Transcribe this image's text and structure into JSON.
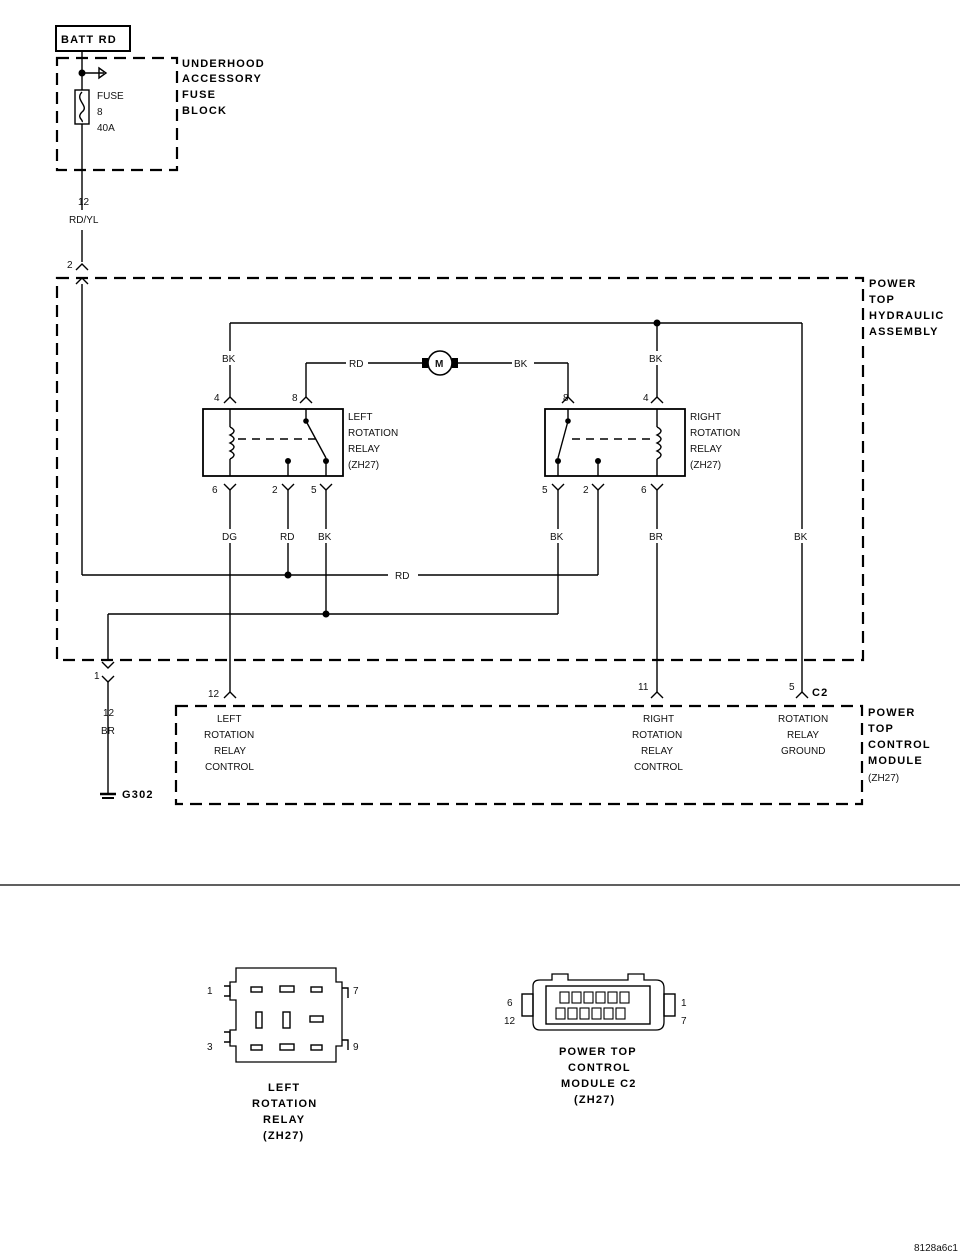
{
  "batt_label": "BATT RD",
  "fuse_block": {
    "label_lines": [
      "UNDERHOOD",
      "ACCESSORY",
      "FUSE",
      "BLOCK"
    ],
    "fuse_lines": [
      "FUSE",
      "8",
      "40A"
    ]
  },
  "feed_wire": {
    "gauge": "12",
    "color": "RD/YL",
    "pin": "2"
  },
  "hydraulic_assembly": {
    "label_lines": [
      "POWER",
      "TOP",
      "HYDRAULIC",
      "ASSEMBLY"
    ]
  },
  "motor": {
    "symbol": "M",
    "left_wire": "RD",
    "right_wire": "BK"
  },
  "left_relay": {
    "label_lines": [
      "LEFT",
      "ROTATION",
      "RELAY",
      "(ZH27)"
    ],
    "pin_top_coil": "4",
    "pin_top_switch": "8",
    "pin_bottom_coil": "6",
    "pin_bottom_nc": "2",
    "pin_bottom_no": "5",
    "wire_top_coil": "BK",
    "wire_bottom_coil": "DG",
    "wire_bottom_nc": "RD",
    "wire_bottom_no": "BK"
  },
  "right_relay": {
    "label_lines": [
      "RIGHT",
      "ROTATION",
      "RELAY",
      "(ZH27)"
    ],
    "pin_top_coil": "4",
    "pin_top_switch": "8",
    "pin_bottom_coil": "6",
    "pin_bottom_nc": "2",
    "pin_bottom_no": "5",
    "wire_top_coil": "BK",
    "wire_bottom_coil": "BR",
    "wire_bottom_no": "BK"
  },
  "ground_bus_wire": "BK",
  "rd_bus_wire": "RD",
  "ground_wire": {
    "pin": "1",
    "gauge": "12",
    "color": "BR",
    "ground": "G302"
  },
  "control_module": {
    "label_lines": [
      "POWER",
      "TOP",
      "CONTROL",
      "MODULE",
      "(ZH27)"
    ],
    "connector": "C2",
    "pins": [
      {
        "pin": "12",
        "lines": [
          "LEFT",
          "ROTATION",
          "RELAY",
          "CONTROL"
        ]
      },
      {
        "pin": "11",
        "lines": [
          "RIGHT",
          "ROTATION",
          "RELAY",
          "CONTROL"
        ]
      },
      {
        "pin": "5",
        "lines": [
          "ROTATION",
          "RELAY",
          "GROUND"
        ]
      }
    ]
  },
  "connector_views": {
    "left_relay": {
      "pins": [
        "1",
        "7",
        "3",
        "9"
      ],
      "label_lines": [
        "LEFT",
        "ROTATION",
        "RELAY",
        "(ZH27)"
      ]
    },
    "control_module": {
      "pins": [
        "6",
        "12",
        "1",
        "7"
      ],
      "label_lines": [
        "POWER TOP",
        "CONTROL",
        "MODULE C2",
        "(ZH27)"
      ]
    }
  },
  "figure_code": "8128a6c1"
}
